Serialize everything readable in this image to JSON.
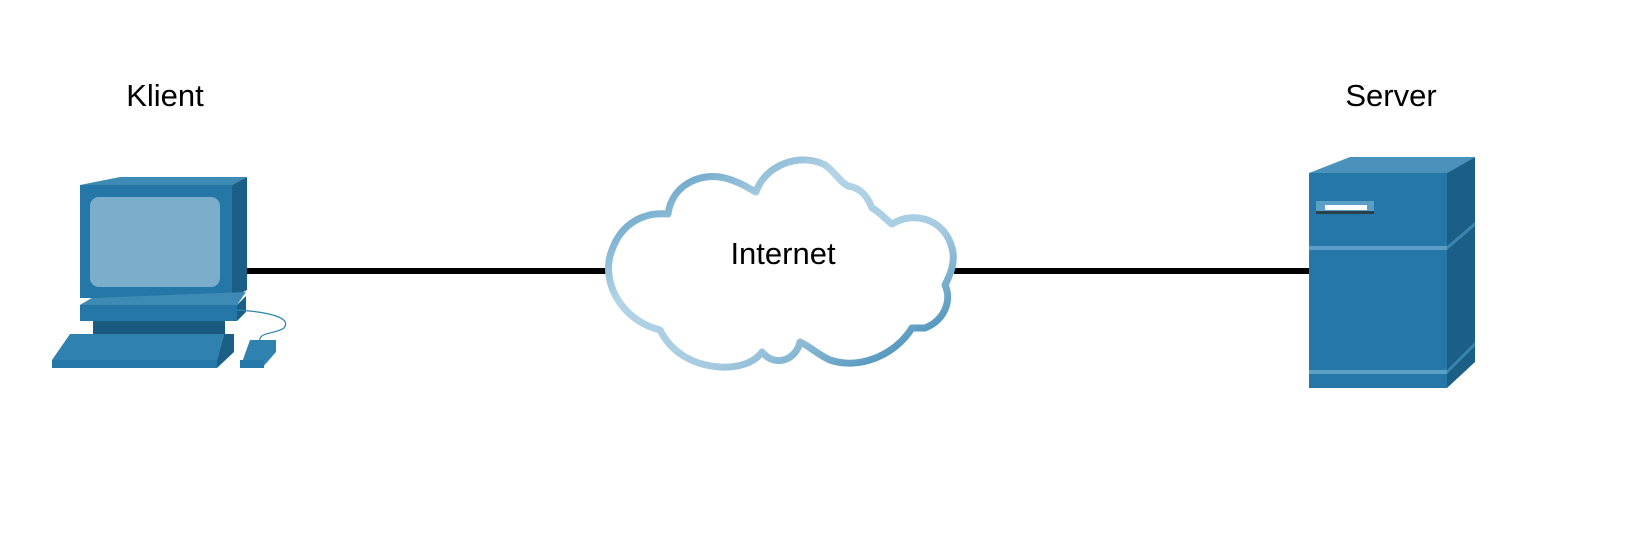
{
  "nodes": {
    "client": {
      "label": "Klient",
      "icon": "pc-icon"
    },
    "internet": {
      "label": "Internet",
      "icon": "cloud-icon"
    },
    "server": {
      "label": "Server",
      "icon": "server-icon"
    }
  },
  "links": [
    {
      "from": "client",
      "to": "internet"
    },
    {
      "from": "internet",
      "to": "server"
    }
  ],
  "colors": {
    "device_blue": "#2477a6",
    "device_dark": "#1a5a7e",
    "screen": "#7aaecb",
    "cloud_light": "#b3d4e6",
    "cloud_dark": "#2e7fae",
    "link": "#000000"
  }
}
